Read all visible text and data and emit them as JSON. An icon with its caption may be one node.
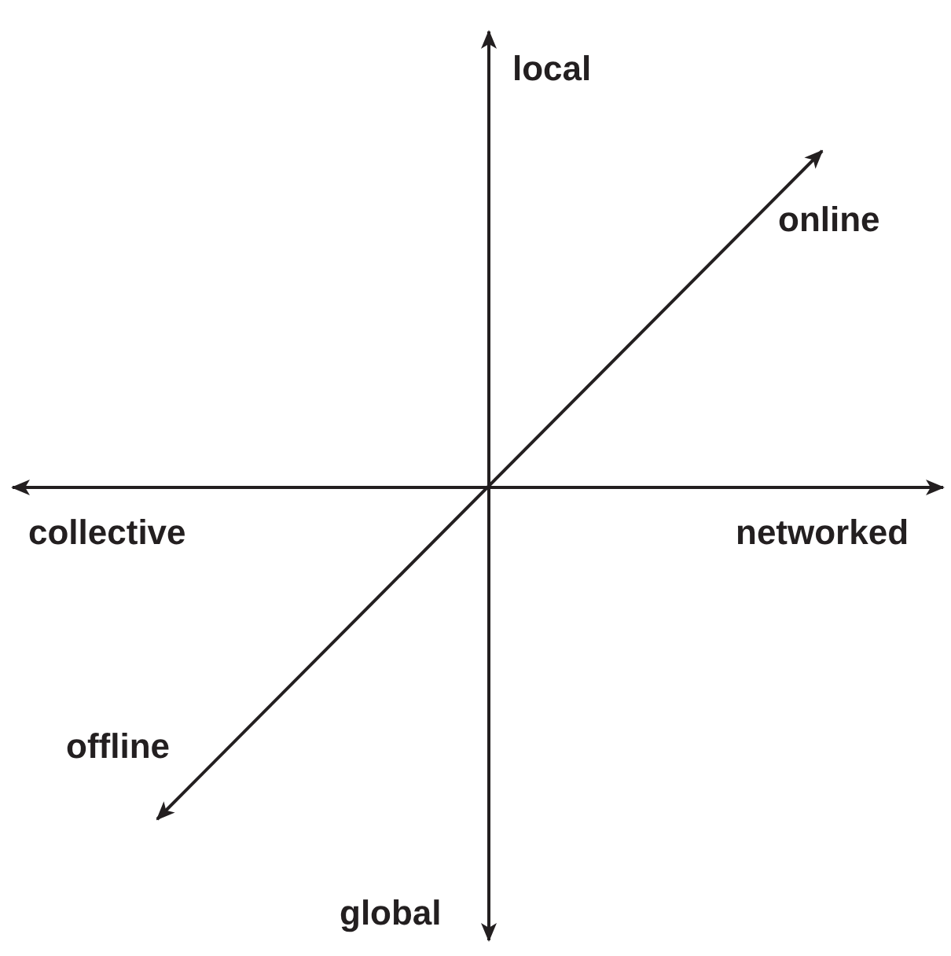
{
  "diagram": {
    "labels": [
      "local",
      "online",
      "collective",
      "networked",
      "offline",
      "global"
    ]
  }
}
